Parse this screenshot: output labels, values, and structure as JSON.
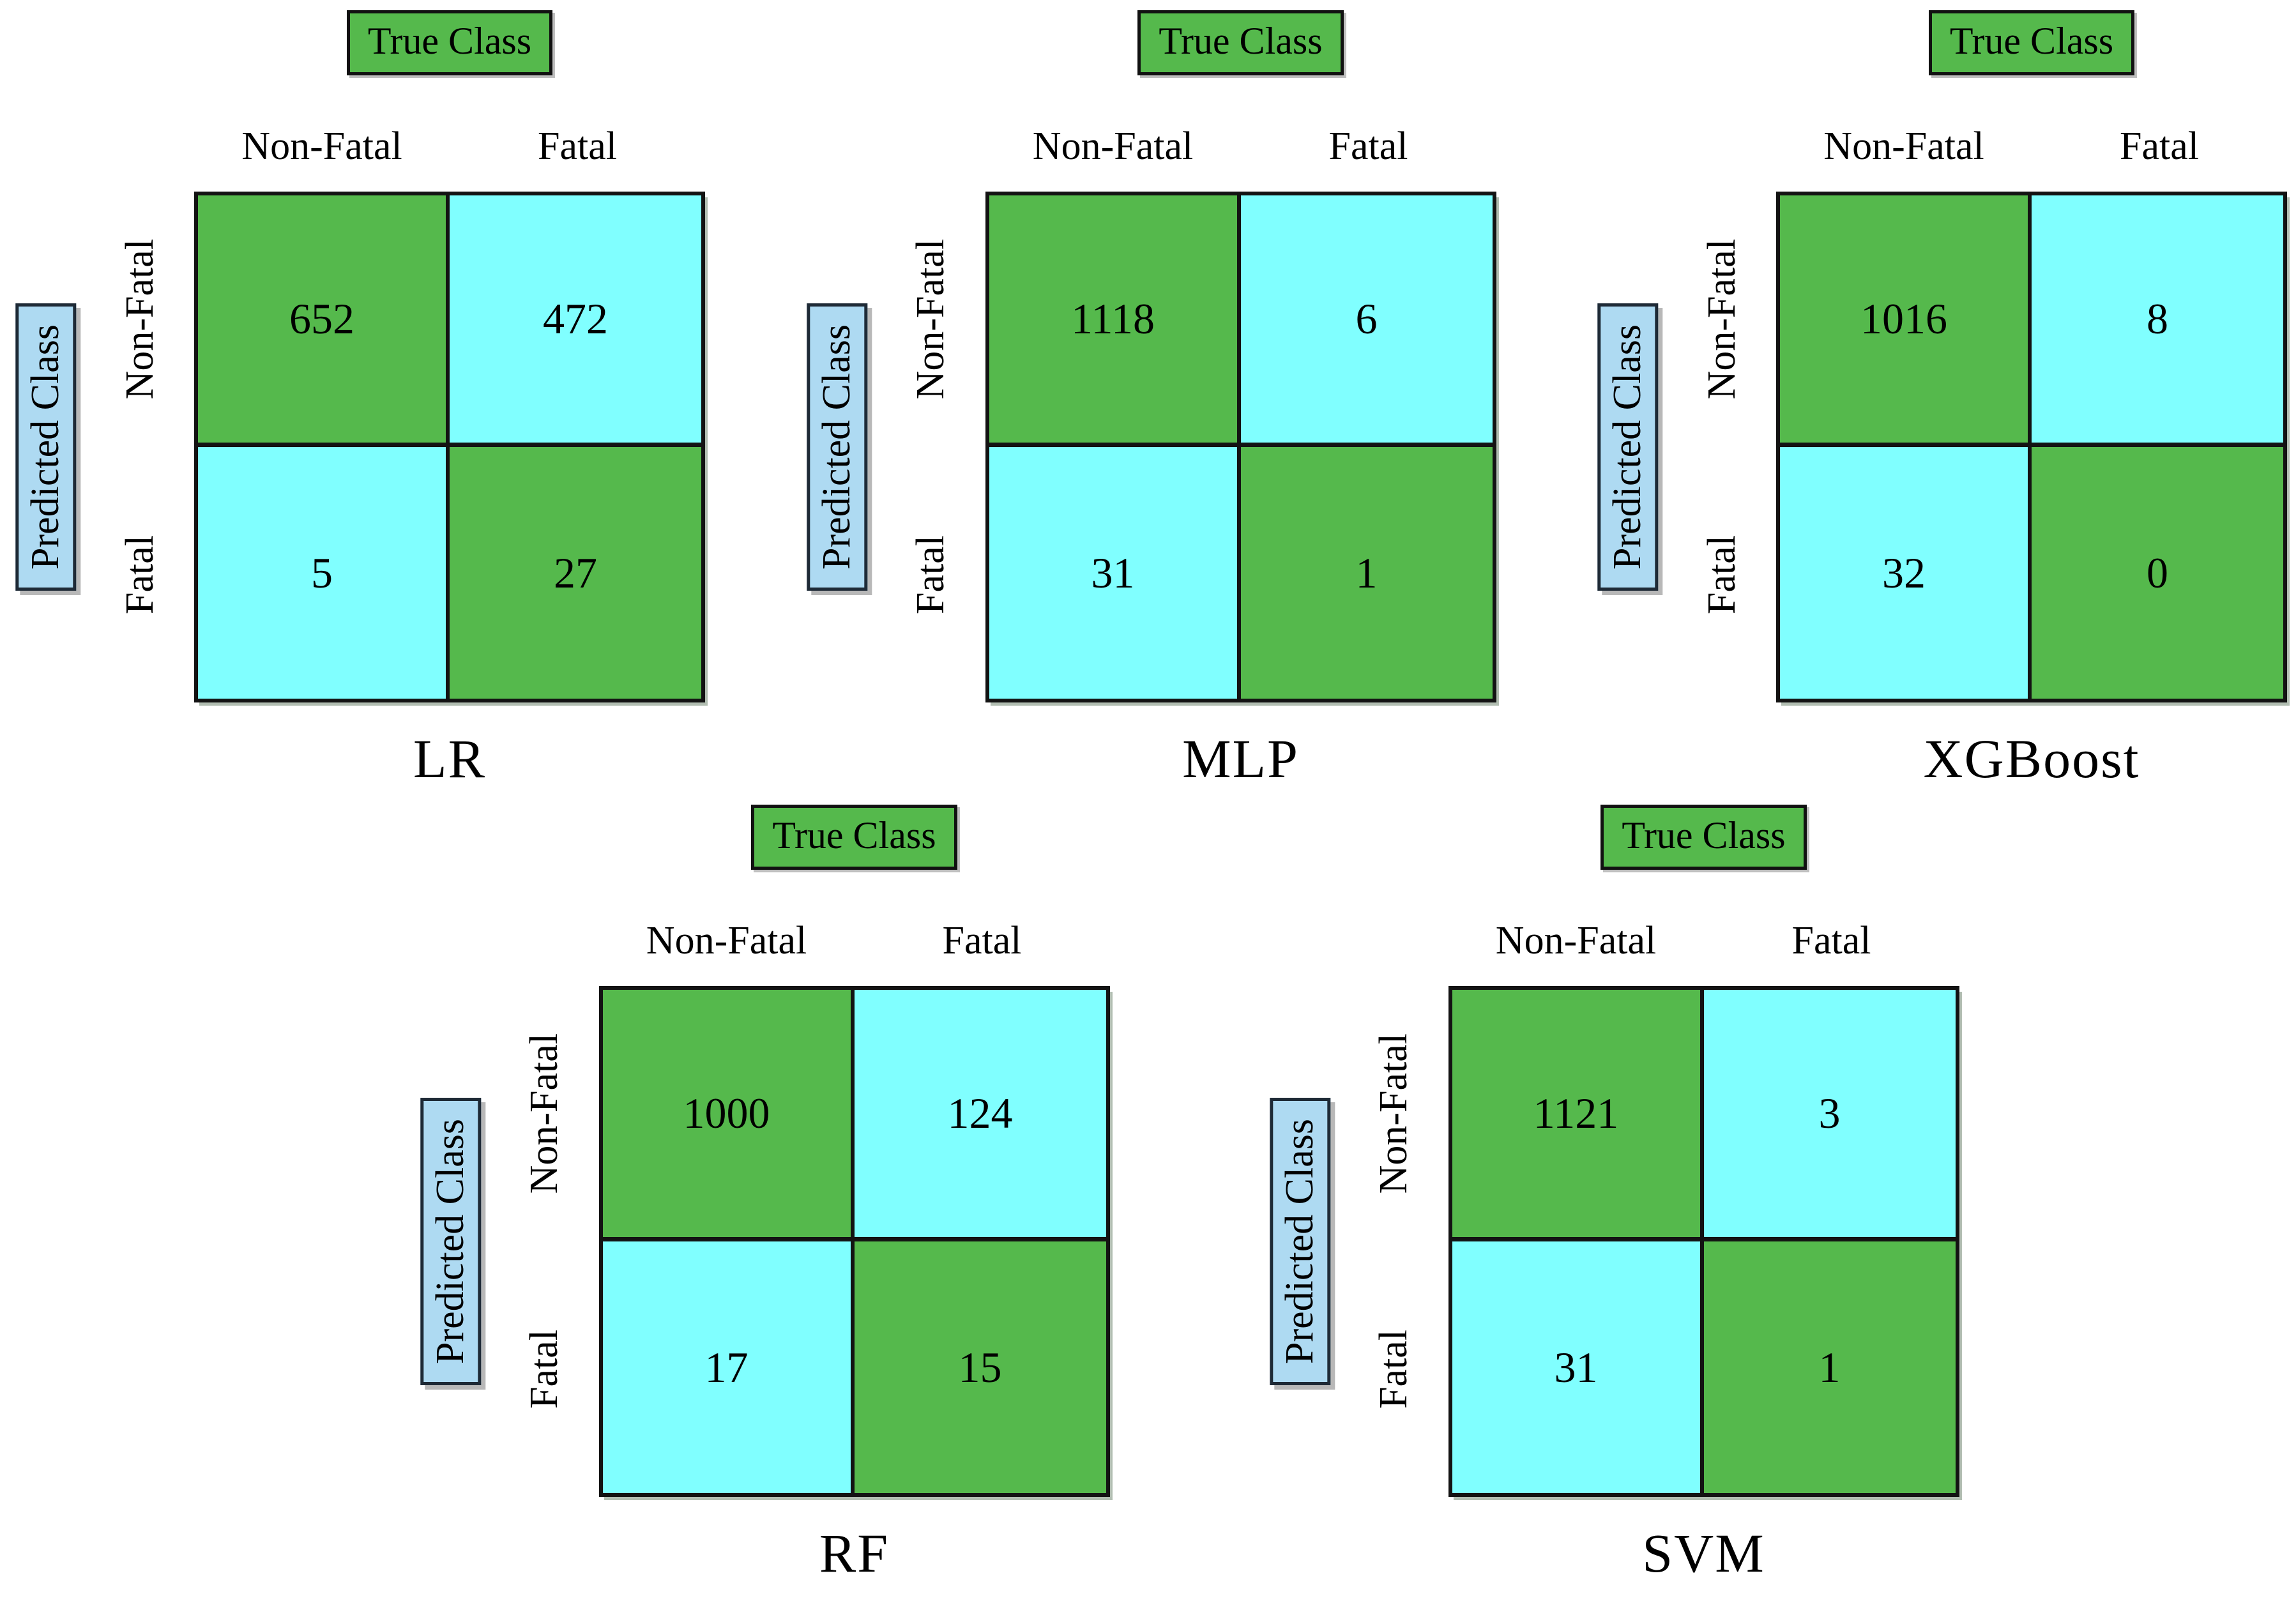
{
  "labels": {
    "true_class": "True Class",
    "predicted_class": "Predicted Class",
    "non_fatal": "Non-Fatal",
    "fatal": "Fatal"
  },
  "colors": {
    "diagonal_green": "#55B94C",
    "off_diagonal_cyan": "#80FFFF",
    "predicted_label_blue": "#AEDAF2",
    "grid_line_black": "#131313"
  },
  "chart_data": [
    {
      "type": "heatmap",
      "title": "LR",
      "top_axis_title": "True Class",
      "left_axis_title": "Predicted Class",
      "x_categories": [
        "Non-Fatal",
        "Fatal"
      ],
      "y_categories": [
        "Non-Fatal",
        "Fatal"
      ],
      "values": [
        [
          652,
          472
        ],
        [
          5,
          27
        ]
      ],
      "cell_colors": [
        [
          "green",
          "cyan"
        ],
        [
          "cyan",
          "green"
        ]
      ]
    },
    {
      "type": "heatmap",
      "title": "MLP",
      "top_axis_title": "True Class",
      "left_axis_title": "Predicted Class",
      "x_categories": [
        "Non-Fatal",
        "Fatal"
      ],
      "y_categories": [
        "Non-Fatal",
        "Fatal"
      ],
      "values": [
        [
          1118,
          6
        ],
        [
          31,
          1
        ]
      ],
      "cell_colors": [
        [
          "green",
          "cyan"
        ],
        [
          "cyan",
          "green"
        ]
      ]
    },
    {
      "type": "heatmap",
      "title": "XGBoost",
      "top_axis_title": "True Class",
      "left_axis_title": "Predicted Class",
      "x_categories": [
        "Non-Fatal",
        "Fatal"
      ],
      "y_categories": [
        "Non-Fatal",
        "Fatal"
      ],
      "values": [
        [
          1016,
          8
        ],
        [
          32,
          0
        ]
      ],
      "cell_colors": [
        [
          "green",
          "cyan"
        ],
        [
          "cyan",
          "green"
        ]
      ]
    },
    {
      "type": "heatmap",
      "title": "RF",
      "top_axis_title": "True Class",
      "left_axis_title": "Predicted Class",
      "x_categories": [
        "Non-Fatal",
        "Fatal"
      ],
      "y_categories": [
        "Non-Fatal",
        "Fatal"
      ],
      "values": [
        [
          1000,
          124
        ],
        [
          17,
          15
        ]
      ],
      "cell_colors": [
        [
          "green",
          "cyan"
        ],
        [
          "cyan",
          "green"
        ]
      ]
    },
    {
      "type": "heatmap",
      "title": "SVM",
      "top_axis_title": "True Class",
      "left_axis_title": "Predicted Class",
      "x_categories": [
        "Non-Fatal",
        "Fatal"
      ],
      "y_categories": [
        "Non-Fatal",
        "Fatal"
      ],
      "values": [
        [
          1121,
          3
        ],
        [
          31,
          1
        ]
      ],
      "cell_colors": [
        [
          "green",
          "cyan"
        ],
        [
          "cyan",
          "green"
        ]
      ]
    }
  ]
}
